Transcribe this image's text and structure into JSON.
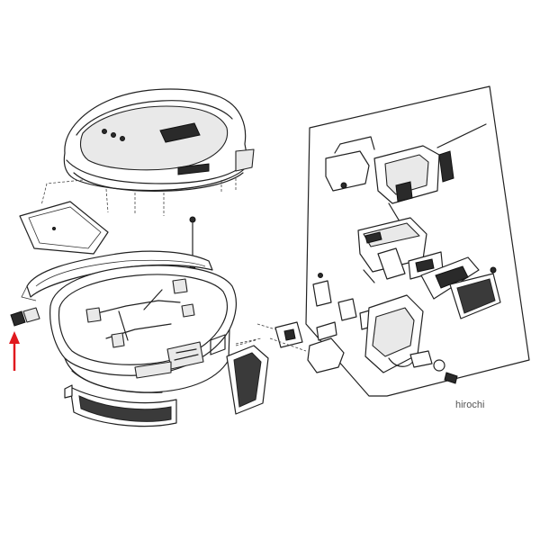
{
  "watermark": "hirochi",
  "colors": {
    "line": "#222222",
    "highlight_arrow": "#e0191e",
    "mesh": "#3a3a3a"
  },
  "parts": {
    "lid": "top-case-lid",
    "base": "top-case-base",
    "reflector_rear": "rear-reflector-panel",
    "reflector_side": "side-reflector-panel",
    "lock_assembly": "lock-assembly-exploded",
    "highlighted_part": "hinge-clip"
  }
}
